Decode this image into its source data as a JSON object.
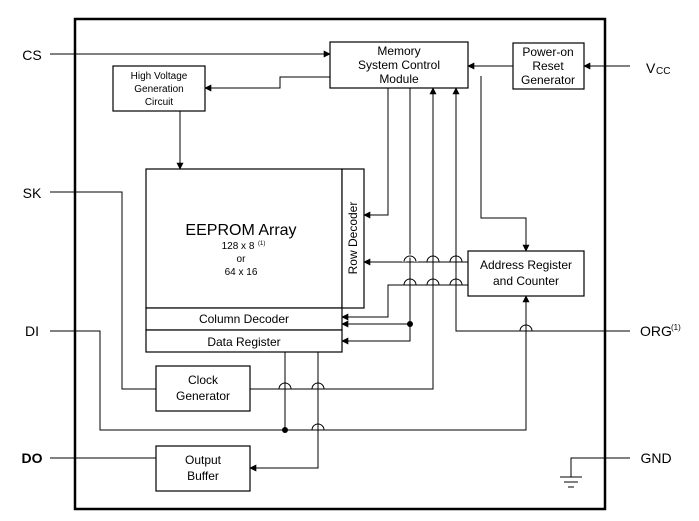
{
  "pins": {
    "cs": "CS",
    "sk": "SK",
    "di": "DI",
    "do": "DO",
    "vcc_main": "V",
    "vcc_sub": "CC",
    "org": "ORG",
    "org_note": "(1)",
    "gnd": "GND"
  },
  "blocks": {
    "memory_control": [
      "Memory",
      "System Control",
      "Module"
    ],
    "power_on_reset": [
      "Power-on",
      "Reset",
      "Generator"
    ],
    "high_voltage": [
      "High Voltage",
      "Generation",
      "Circuit"
    ],
    "eeprom": {
      "title": "EEPROM Array",
      "line1": "128 x 8",
      "line1_note": "(1)",
      "line2": "or",
      "line3": "64 x 16"
    },
    "row_decoder": "Row Decoder",
    "column_decoder": "Column Decoder",
    "data_register": "Data Register",
    "address_register": [
      "Address Register",
      "and Counter"
    ],
    "clock_generator": [
      "Clock",
      "Generator"
    ],
    "output_buffer": [
      "Output",
      "Buffer"
    ]
  }
}
